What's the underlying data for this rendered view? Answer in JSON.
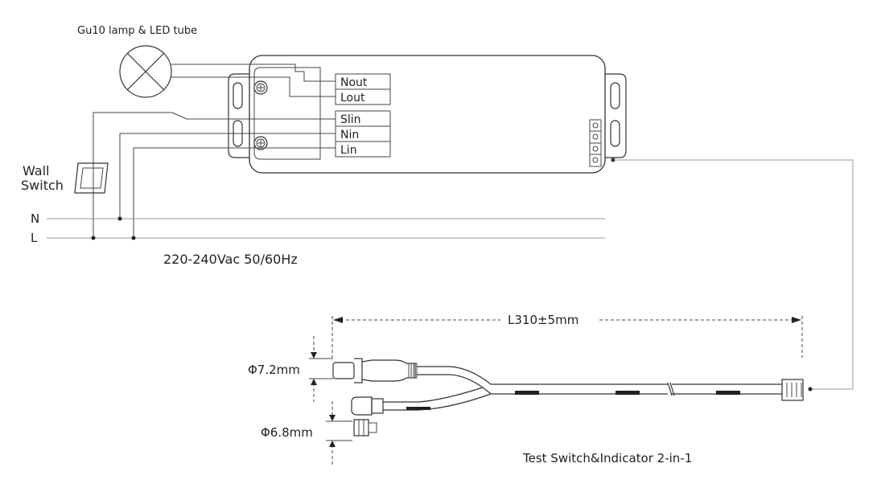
{
  "labels": {
    "lamp": "Gu10 lamp & LED tube",
    "wall_switch_line1": "Wall",
    "wall_switch_line2": "Switch",
    "mains_n": "N",
    "mains_l": "L",
    "supply": "220-240Vac 50/60Hz",
    "cable_length": "L310±5mm",
    "dia_switch": "Φ7.2mm",
    "dia_indicator": "Φ6.8mm",
    "test_module": "Test Switch&Indicator 2-in-1"
  },
  "terminals": [
    {
      "label": "Nout"
    },
    {
      "label": "Lout"
    },
    {
      "label": "Slin"
    },
    {
      "label": "Nin"
    },
    {
      "label": "Lin"
    }
  ]
}
